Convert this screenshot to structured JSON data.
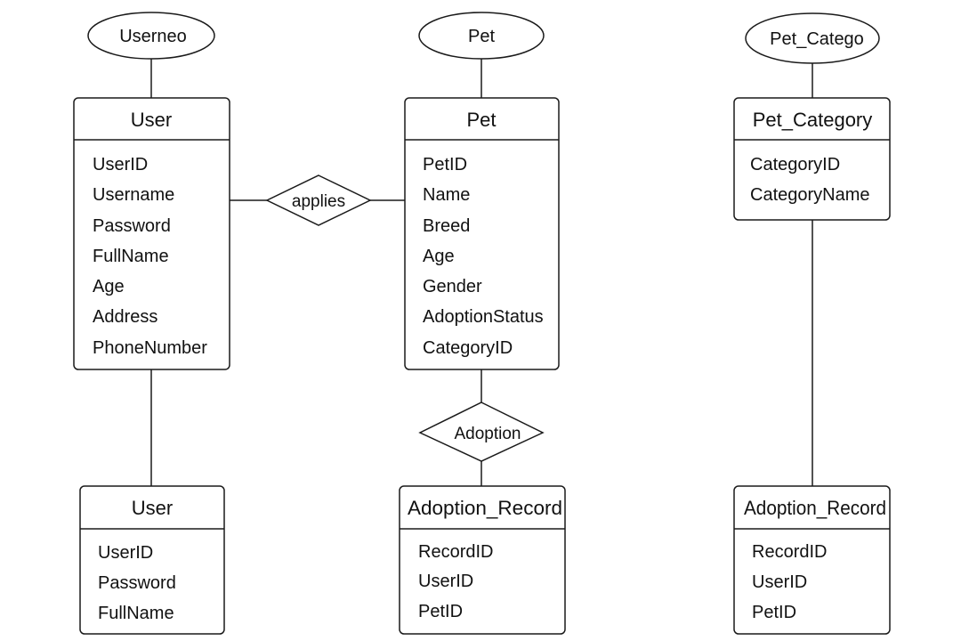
{
  "ovals": {
    "userneo": "Userneo",
    "pet": "Pet",
    "pet_catego": "Pet_Catego"
  },
  "relationships": {
    "applies": "applies",
    "adoption": "Adoption"
  },
  "entities": {
    "user_main": {
      "title": "User",
      "attributes": [
        "UserID",
        "Username",
        "Password",
        "FullName",
        "Age",
        "Address",
        "PhoneNumber"
      ]
    },
    "pet_main": {
      "title": "Pet",
      "attributes": [
        "PetID",
        "Name",
        "Breed",
        "Age",
        "Gender",
        "AdoptionStatus",
        "CategoryID"
      ]
    },
    "pet_category": {
      "title": "Pet_Category",
      "attributes": [
        "CategoryID",
        "CategoryName"
      ]
    },
    "user_small": {
      "title": "User",
      "attributes": [
        "UserID",
        "Password",
        "FullName"
      ]
    },
    "adoption_record_center": {
      "title": "Adoption_Record",
      "attributes": [
        "RecordID",
        "UserID",
        "PetID"
      ]
    },
    "adoption_record_right": {
      "title": "Adoption_Record",
      "attributes": [
        "RecordID",
        "UserID",
        "PetID"
      ]
    }
  }
}
